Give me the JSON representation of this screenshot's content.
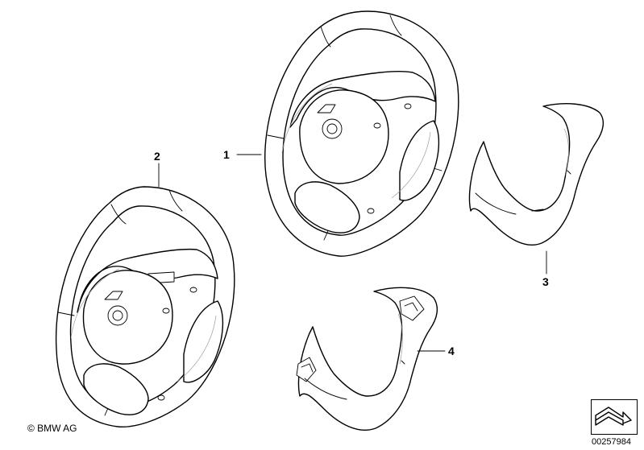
{
  "callouts": {
    "part1": "1",
    "part2": "2",
    "part3": "3",
    "part4": "4"
  },
  "footer": {
    "copyright": "© BMW AG",
    "document_number": "00257984"
  },
  "icons": {
    "navigation": "corner-arrow-icon"
  },
  "colors": {
    "line": "#000000",
    "background": "#ffffff"
  }
}
